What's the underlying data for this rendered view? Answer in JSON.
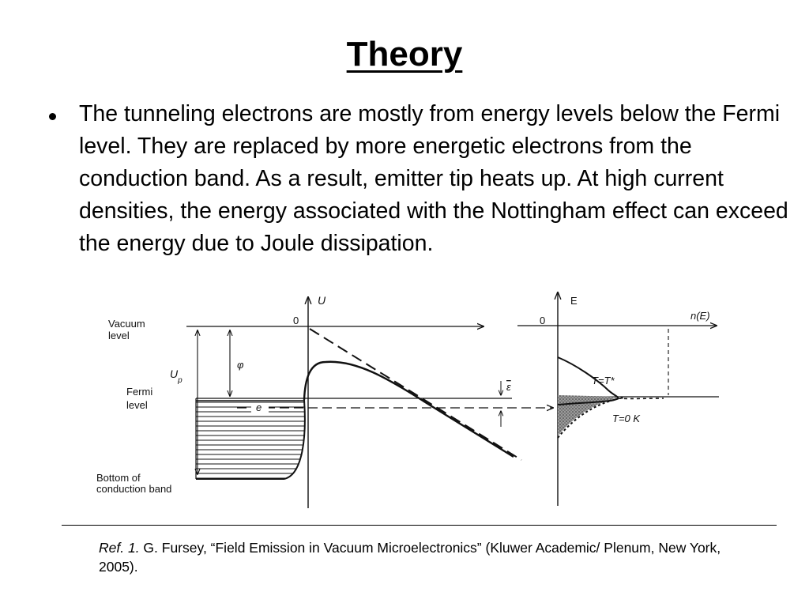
{
  "slide": {
    "title": "Theory",
    "bullet": "The tunneling electrons are mostly from energy levels below the Fermi level. They are replaced by more energetic electrons from the conduction band. As a result, emitter tip heats up. At high current densities, the energy associated with the Nottingham effect can exceed the energy due to Joule dissipation."
  },
  "diagram": {
    "left_panel": {
      "axis_label": "U",
      "origin": "0",
      "vacuum_label": [
        "Vacuum",
        "level"
      ],
      "fermi_label": [
        "Fermi",
        "level"
      ],
      "bottom_label": [
        "Bottom of",
        "conduction band"
      ],
      "up_label": "U",
      "up_sub": "p",
      "phi_label": "φ",
      "electron_label": "e",
      "epsilon_label": "ε"
    },
    "right_panel": {
      "axis_label": "E",
      "origin": "0",
      "n_label": "n(E)",
      "t_star_label": "T=T*",
      "t_zero_label": "T=0 K"
    }
  },
  "reference": {
    "ref_no": "Ref. 1.",
    "text": " G. Fursey, “Field Emission in Vacuum Microelectronics” (Kluwer Academic/ Plenum, New York, 2005)."
  }
}
